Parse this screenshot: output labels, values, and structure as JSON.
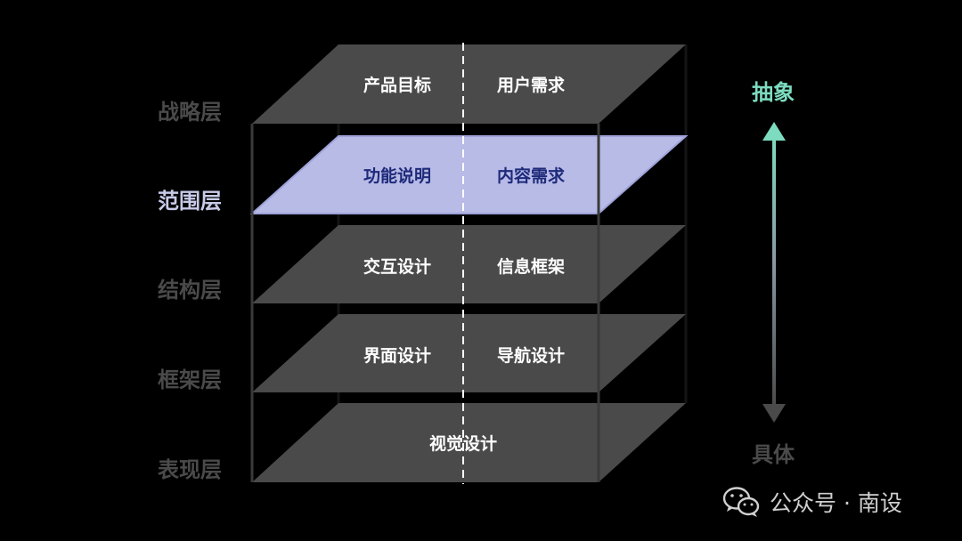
{
  "layers": [
    {
      "label": "战略层",
      "left": "产品目标",
      "right": "用户需求",
      "active": false
    },
    {
      "label": "范围层",
      "left": "功能说明",
      "right": "内容需求",
      "active": true
    },
    {
      "label": "结构层",
      "left": "交互设计",
      "right": "信息框架",
      "active": false
    },
    {
      "label": "框架层",
      "left": "界面设计",
      "right": "导航设计",
      "active": false
    },
    {
      "label": "表现层",
      "center": "视觉设计",
      "active": false
    }
  ],
  "axis": {
    "top_label": "抽象",
    "bottom_label": "具体"
  },
  "watermark": {
    "text": "公众号 · 南设",
    "icon": "wechat-icon"
  },
  "colors": {
    "background": "#000000",
    "plane": "#4a4a4a",
    "plane_active": "#b8bbe6",
    "plane_text": "#ffffff",
    "plane_text_active": "#1e2a7a",
    "label_inactive": "#4a4a4a",
    "label_active": "#c8cbe8",
    "frame": "#1a1a1a",
    "divider": "#ffffff",
    "axis_top": "#7ddcc0",
    "axis_bottom": "#4a4a4a"
  }
}
